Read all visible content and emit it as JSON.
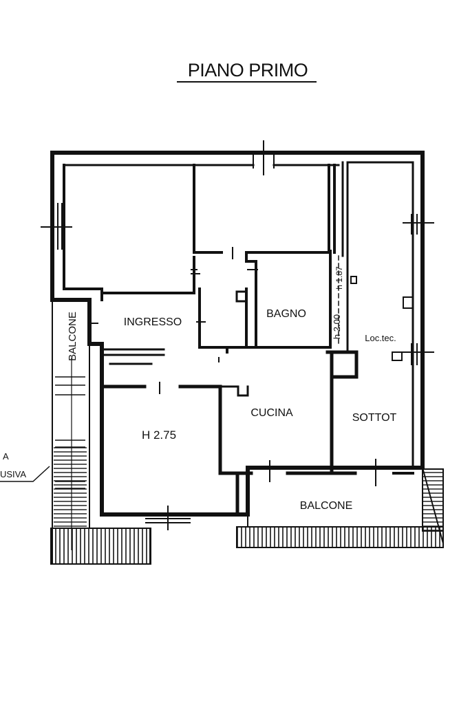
{
  "title": "PIANO PRIMO",
  "rooms": {
    "ingresso": "INGRESSO",
    "bagno": "BAGNO",
    "cucina": "CUCINA",
    "sottot": "SOTTOT",
    "room_height": "H 2.75",
    "balcone_left": "BALCONE",
    "balcone_bottom": "BALCONE"
  },
  "annotations": {
    "height_low": "h 1.87",
    "height_high": "h 2.00",
    "locale_tecnico": "Loc.tec.",
    "left_cut_line1": "A",
    "left_cut_line2": "USIVA"
  }
}
